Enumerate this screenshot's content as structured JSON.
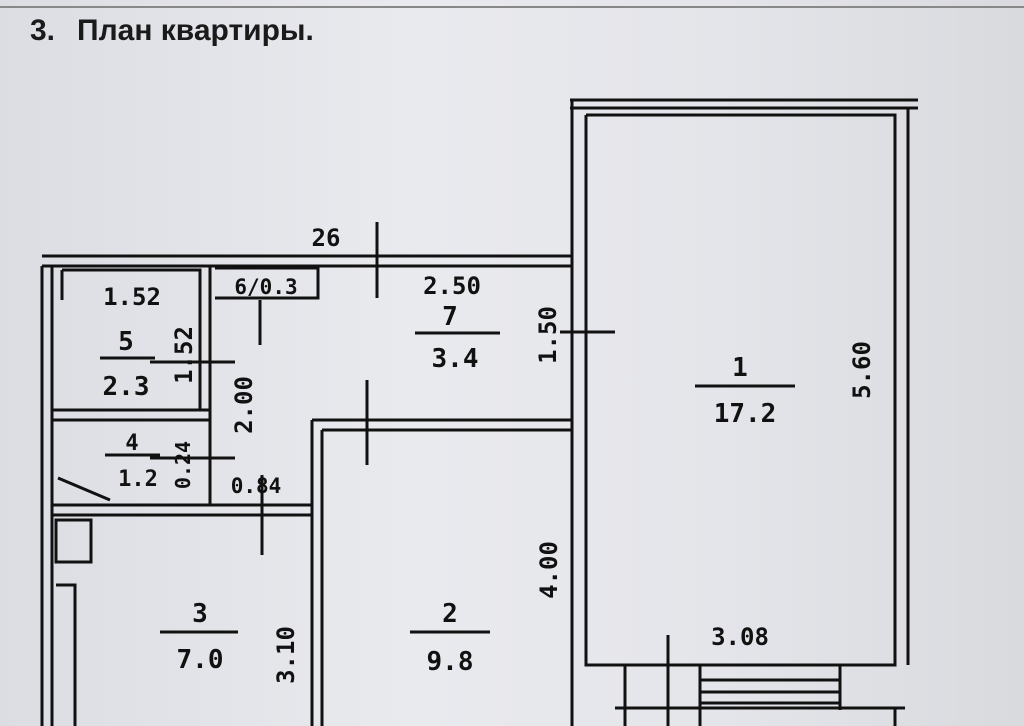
{
  "heading": {
    "number": "3.",
    "text": "План квартиры."
  },
  "rooms": [
    {
      "id": "1",
      "area": "17.2"
    },
    {
      "id": "2",
      "area": "9.8"
    },
    {
      "id": "3",
      "area": "7.0"
    },
    {
      "id": "4",
      "area": "1.2"
    },
    {
      "id": "5",
      "area": "2.3"
    },
    {
      "id": "6",
      "label": "6/0.3"
    },
    {
      "id": "7",
      "area": "3.4"
    }
  ],
  "dimensions": {
    "wall_top": "26",
    "hall_width": "2.50",
    "hall_depth": "1.50",
    "room1_length": "5.60",
    "room1_width": "3.08",
    "room5_width": "1.52",
    "room5_depth": "1.52",
    "corridor_length": "2.00",
    "room4_depth": "0.24",
    "corridor_width": "0.84",
    "kitchen_length": "3.10",
    "room2_length": "4.00"
  }
}
